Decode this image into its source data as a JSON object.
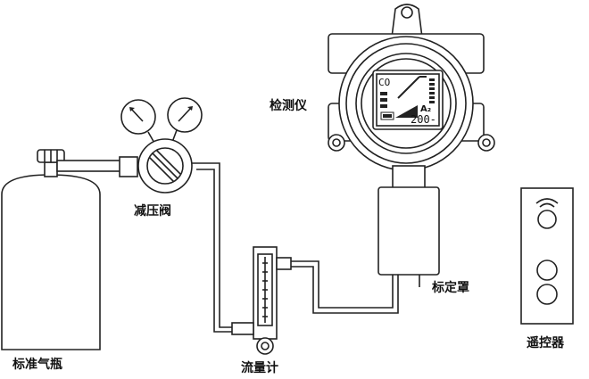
{
  "labels": {
    "cylinder": "标准气瓶",
    "regulator": "减压阀",
    "flowmeter": "流量计",
    "detector": "检测仪",
    "calibration_cap": "标定罩",
    "remote": "遥控器"
  },
  "display": {
    "gas": "CO",
    "unit": "A₂",
    "reading": "200-"
  }
}
